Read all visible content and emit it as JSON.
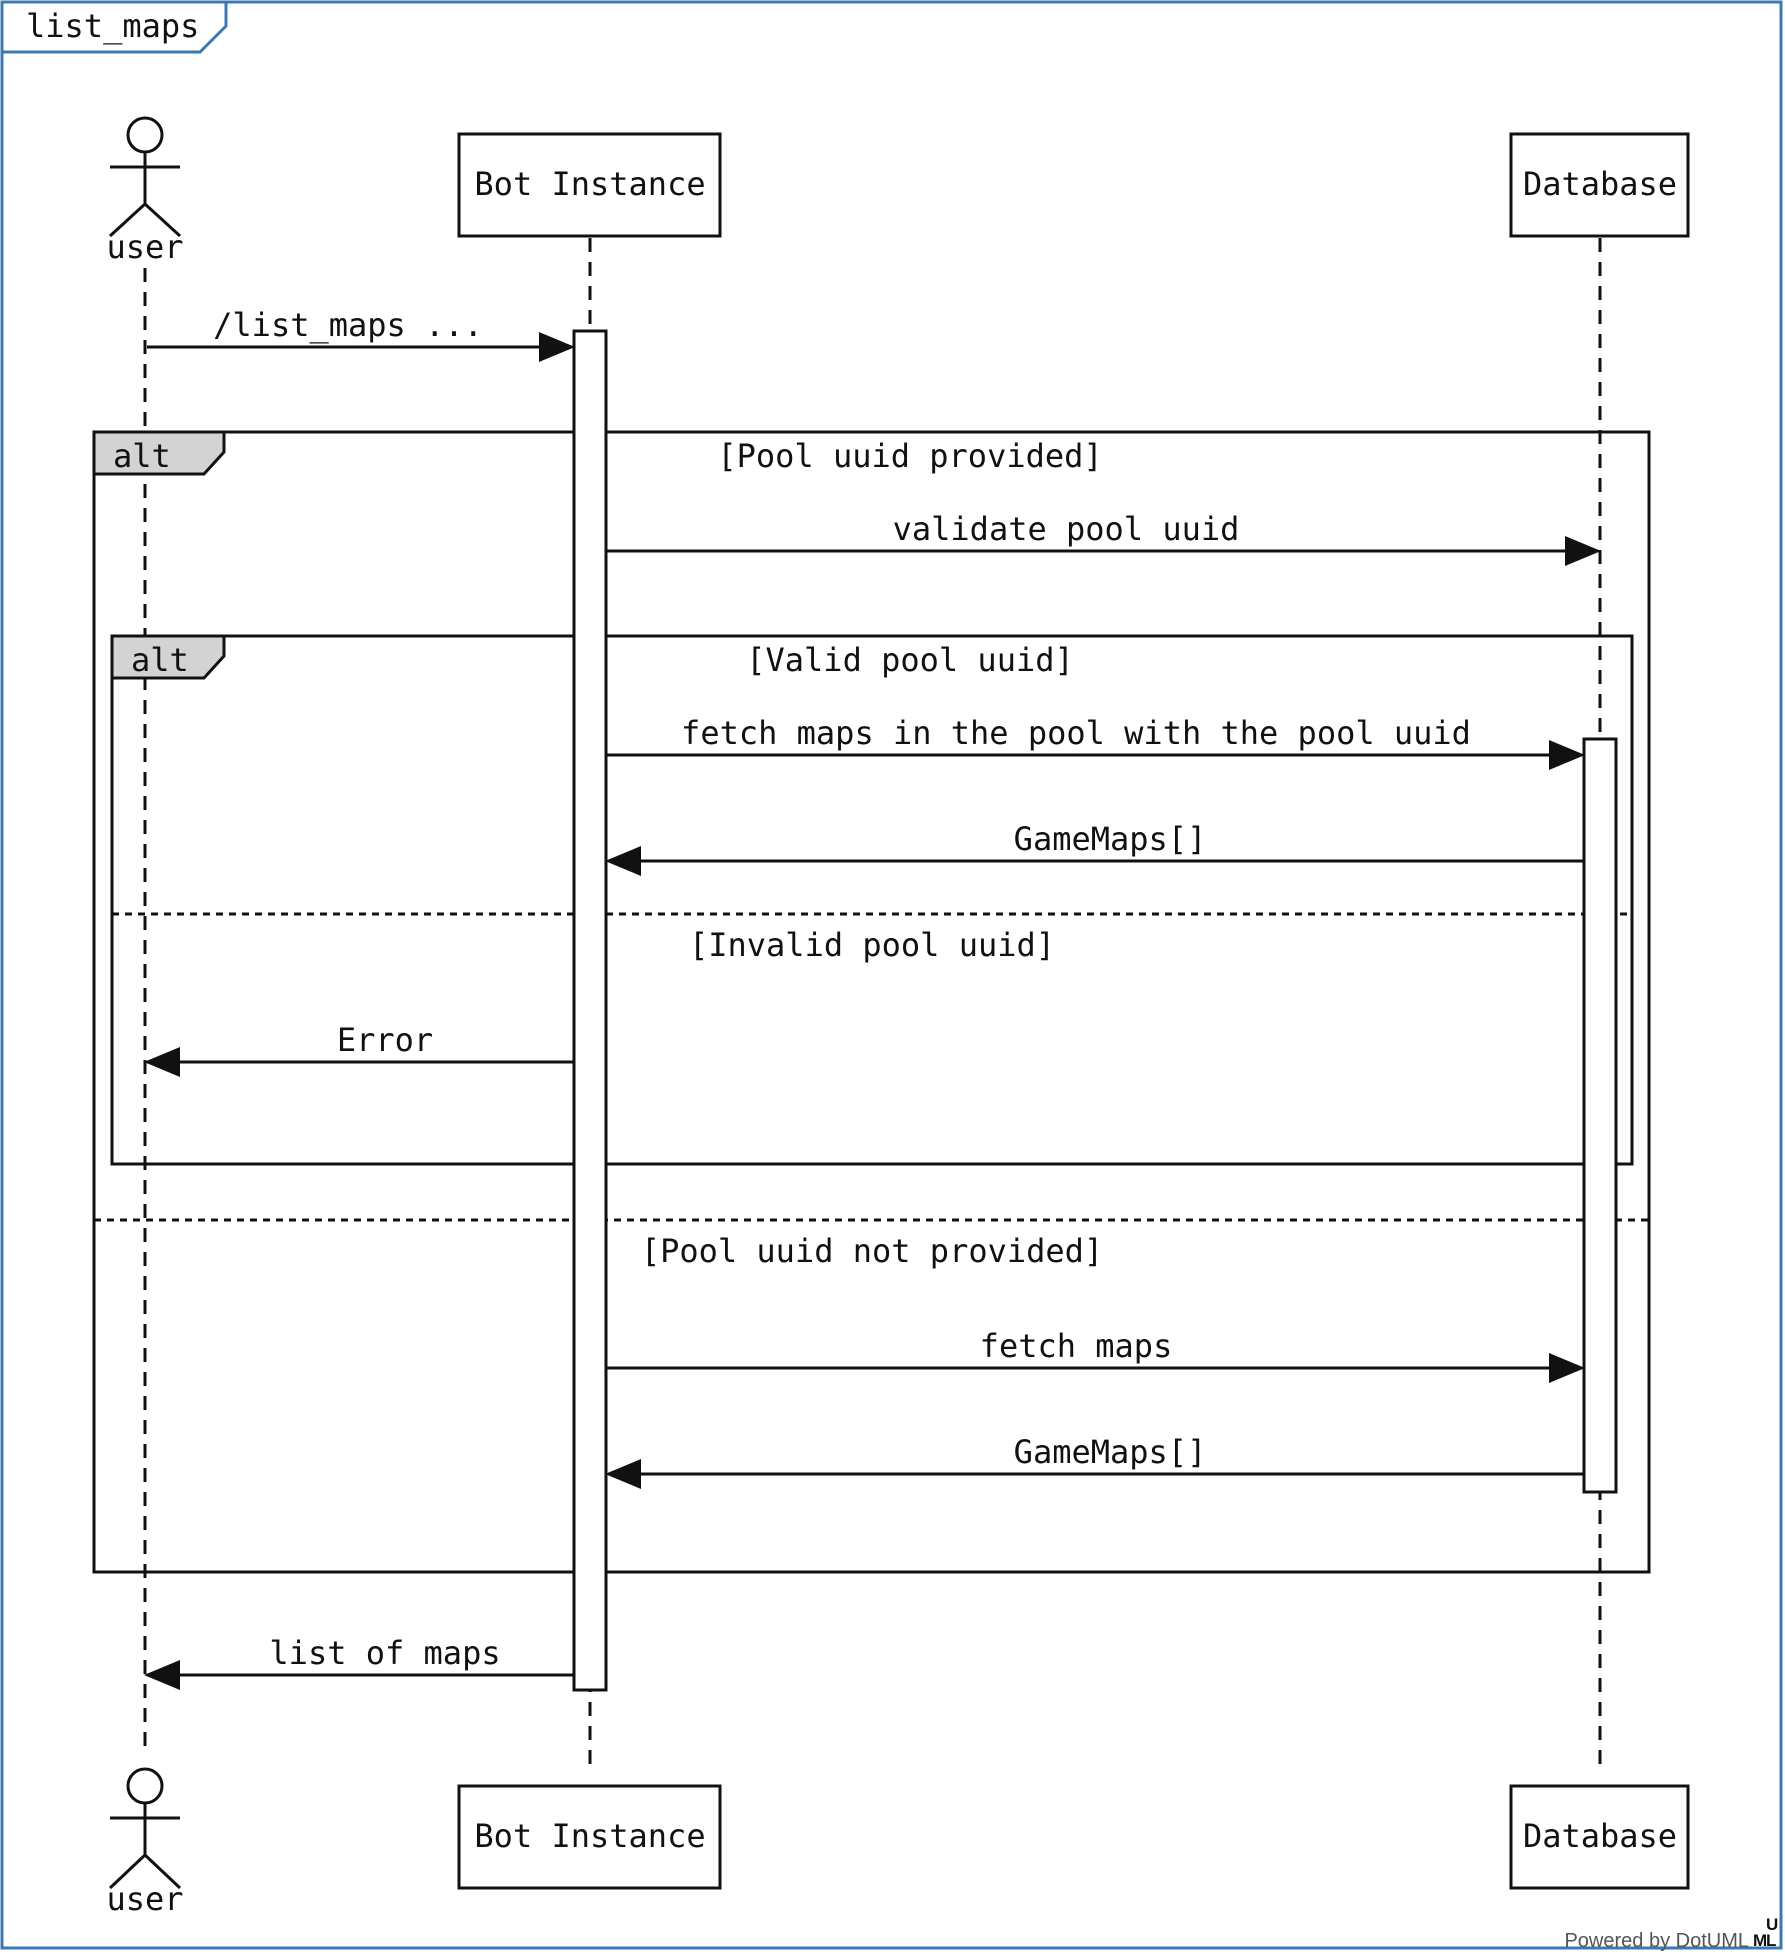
{
  "diagram": {
    "title": "list_maps",
    "participants": [
      {
        "id": "user",
        "label": "user",
        "kind": "actor"
      },
      {
        "id": "bot",
        "label": "Bot Instance",
        "kind": "box"
      },
      {
        "id": "db",
        "label": "Database",
        "kind": "box"
      }
    ],
    "messages": [
      {
        "label": "/list_maps ...",
        "from": "user",
        "to": "bot",
        "style": "solid"
      },
      {
        "label": "validate pool uuid",
        "from": "bot",
        "to": "db",
        "style": "solid"
      },
      {
        "label": "fetch maps in the pool with the pool uuid",
        "from": "bot",
        "to": "db",
        "style": "solid"
      },
      {
        "label": "GameMaps[]",
        "from": "db",
        "to": "bot",
        "style": "solid"
      },
      {
        "label": "Error",
        "from": "bot",
        "to": "user",
        "style": "solid"
      },
      {
        "label": "fetch maps",
        "from": "bot",
        "to": "db",
        "style": "solid"
      },
      {
        "label": "GameMaps[]",
        "from": "db",
        "to": "bot",
        "style": "solid"
      },
      {
        "label": "list of maps",
        "from": "bot",
        "to": "user",
        "style": "solid"
      }
    ],
    "fragments": [
      {
        "operator": "alt",
        "guards": [
          "[Pool uuid provided]",
          "[Pool uuid not provided]"
        ]
      },
      {
        "operator": "alt",
        "guards": [
          "[Valid pool uuid]",
          "[Invalid pool uuid]"
        ]
      }
    ]
  },
  "footer": {
    "text": "Powered by DotUML",
    "logo_letters": [
      "U",
      "M",
      "L"
    ],
    "colors": {
      "u": "#c0392b",
      "m": "#e6a817",
      "l": "#2c6fbf"
    }
  },
  "colors": {
    "frame_border": "#3c78b4",
    "fragment_tag_fill": "#d3d3d3",
    "line": "#111111"
  }
}
